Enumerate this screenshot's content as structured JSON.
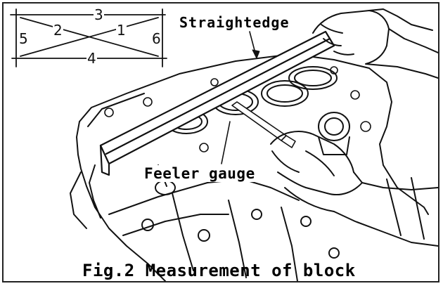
{
  "figure": {
    "caption": "Fig.2 Measurement of block",
    "callouts": {
      "straightedge": "Straightedge",
      "feeler_gauge": "Feeler gauge"
    },
    "measurement_points": [
      "1",
      "2",
      "3",
      "4",
      "5",
      "6"
    ]
  }
}
